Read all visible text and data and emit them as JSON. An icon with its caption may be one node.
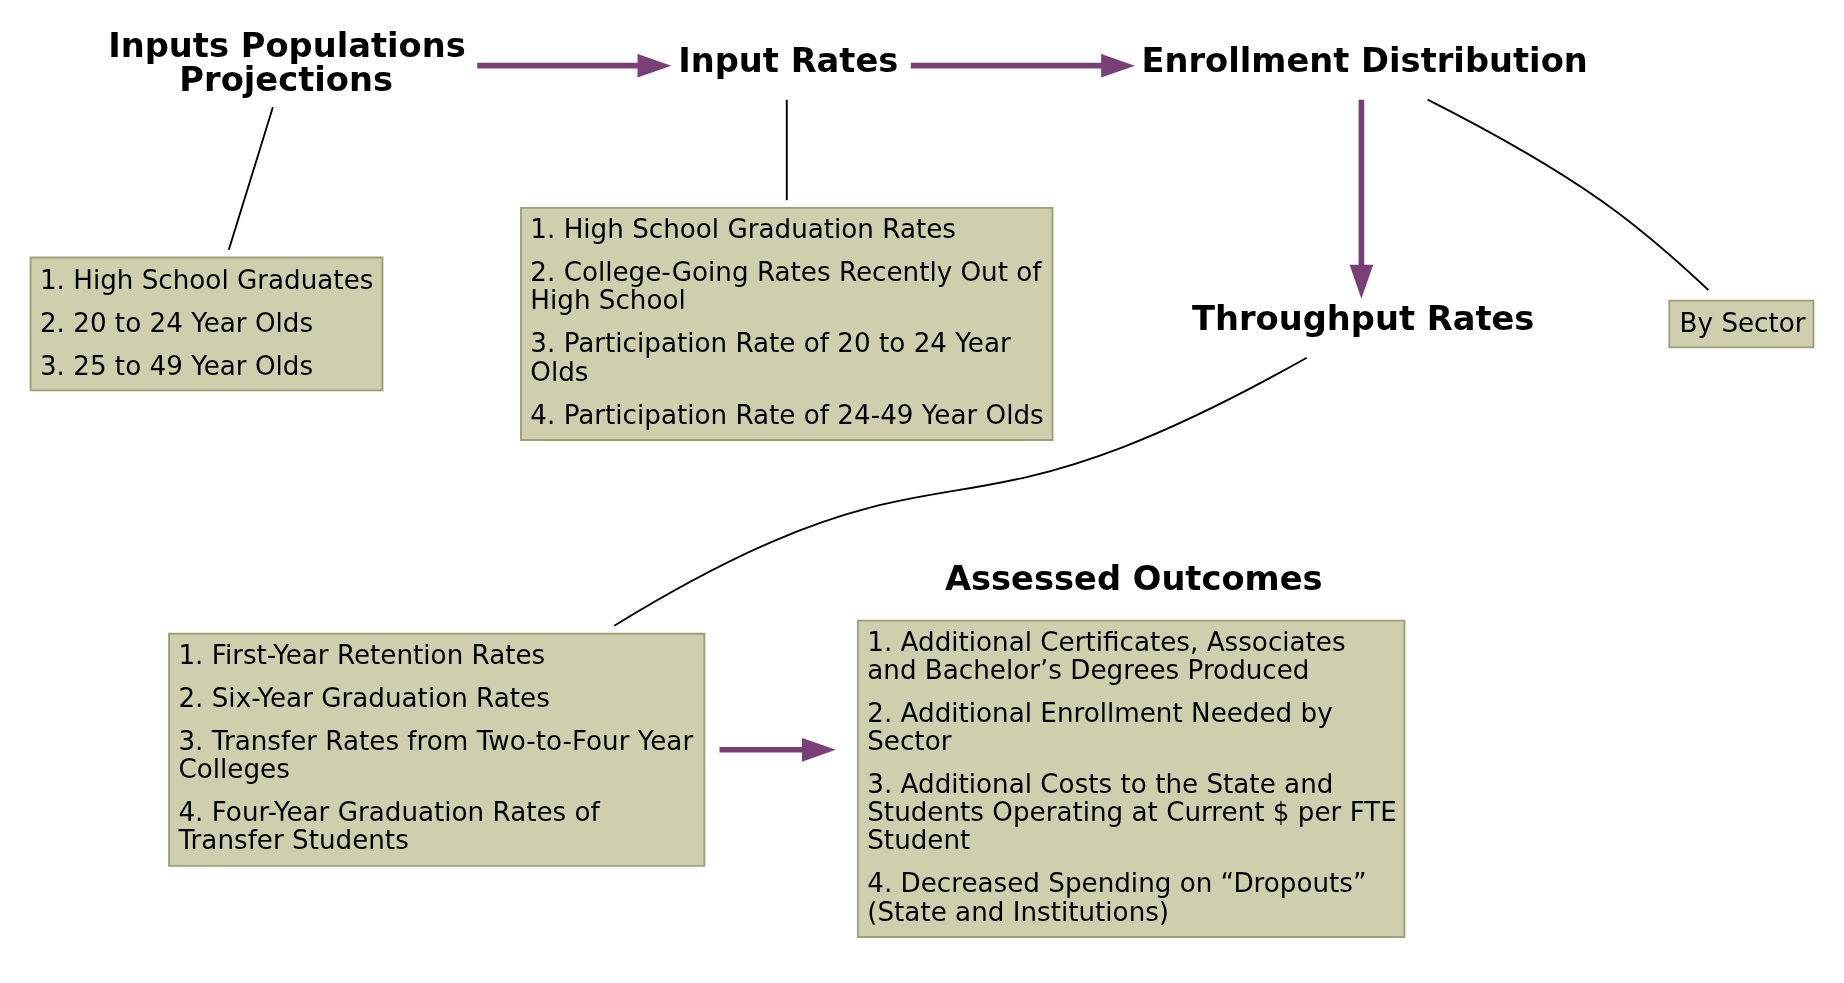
{
  "diagram": {
    "nodes": [
      {
        "text": [
          "Inputs Populations Projections"
        ]
      },
      {
        "text": [
          "1. High School Graduates",
          "2. 20 to 24 Year Olds",
          "3. 25 to 49 Year Olds"
        ]
      },
      {
        "text": [
          "Input Rates"
        ]
      },
      {
        "text": [
          "1. High School Graduation Rates",
          "2. College-Going Rates Recently Out of High School",
          "3. Participation Rate of 20 to 24 Year Olds",
          "4. Participation Rate of 24-49 Year Olds"
        ]
      },
      {
        "text": [
          "Enrollment Distribution"
        ]
      },
      {
        "text": [
          "By Sector"
        ]
      },
      {
        "text": [
          "Throughput Rates"
        ]
      },
      {
        "text": [
          "1. First-Year Retention Rates",
          "2. Six-Year Graduation Rates",
          "3. Transfer Rates from Two-to-Four Year Colleges",
          "4. Four-Year Graduation Rates of Transfer Students"
        ]
      },
      {
        "text": [
          "Assessed Outcomes",
          "1. Additional Certificates, Associates and Bachelor’s Degrees Produced",
          "2. Additional Enrollment Needed by Sector",
          "3. Additional Costs to the State and Students Operating at Current $ per FTE Student",
          "4. Decreased Spending on “Dropouts” (State and Institutions)"
        ]
      }
    ],
    "edges": [
      {
        "from": 0,
        "to": 1,
        "arrow": "none"
      },
      {
        "from": 0,
        "to": 2,
        "arrow": "to",
        "style": "thick",
        "color": "#7b3f78"
      },
      {
        "from": 2,
        "to": 3,
        "arrow": "none"
      },
      {
        "from": 2,
        "to": 4,
        "arrow": "to",
        "style": "thick",
        "color": "#7b3f78"
      },
      {
        "from": 4,
        "to": 5,
        "arrow": "none"
      },
      {
        "from": 4,
        "to": 6,
        "arrow": "to",
        "style": "thick",
        "color": "#7b3f78"
      },
      {
        "from": 6,
        "to": 7,
        "arrow": "none"
      },
      {
        "from": 7,
        "to": 8,
        "arrow": "to",
        "style": "thick",
        "color": "#7b3f78"
      }
    ]
  }
}
